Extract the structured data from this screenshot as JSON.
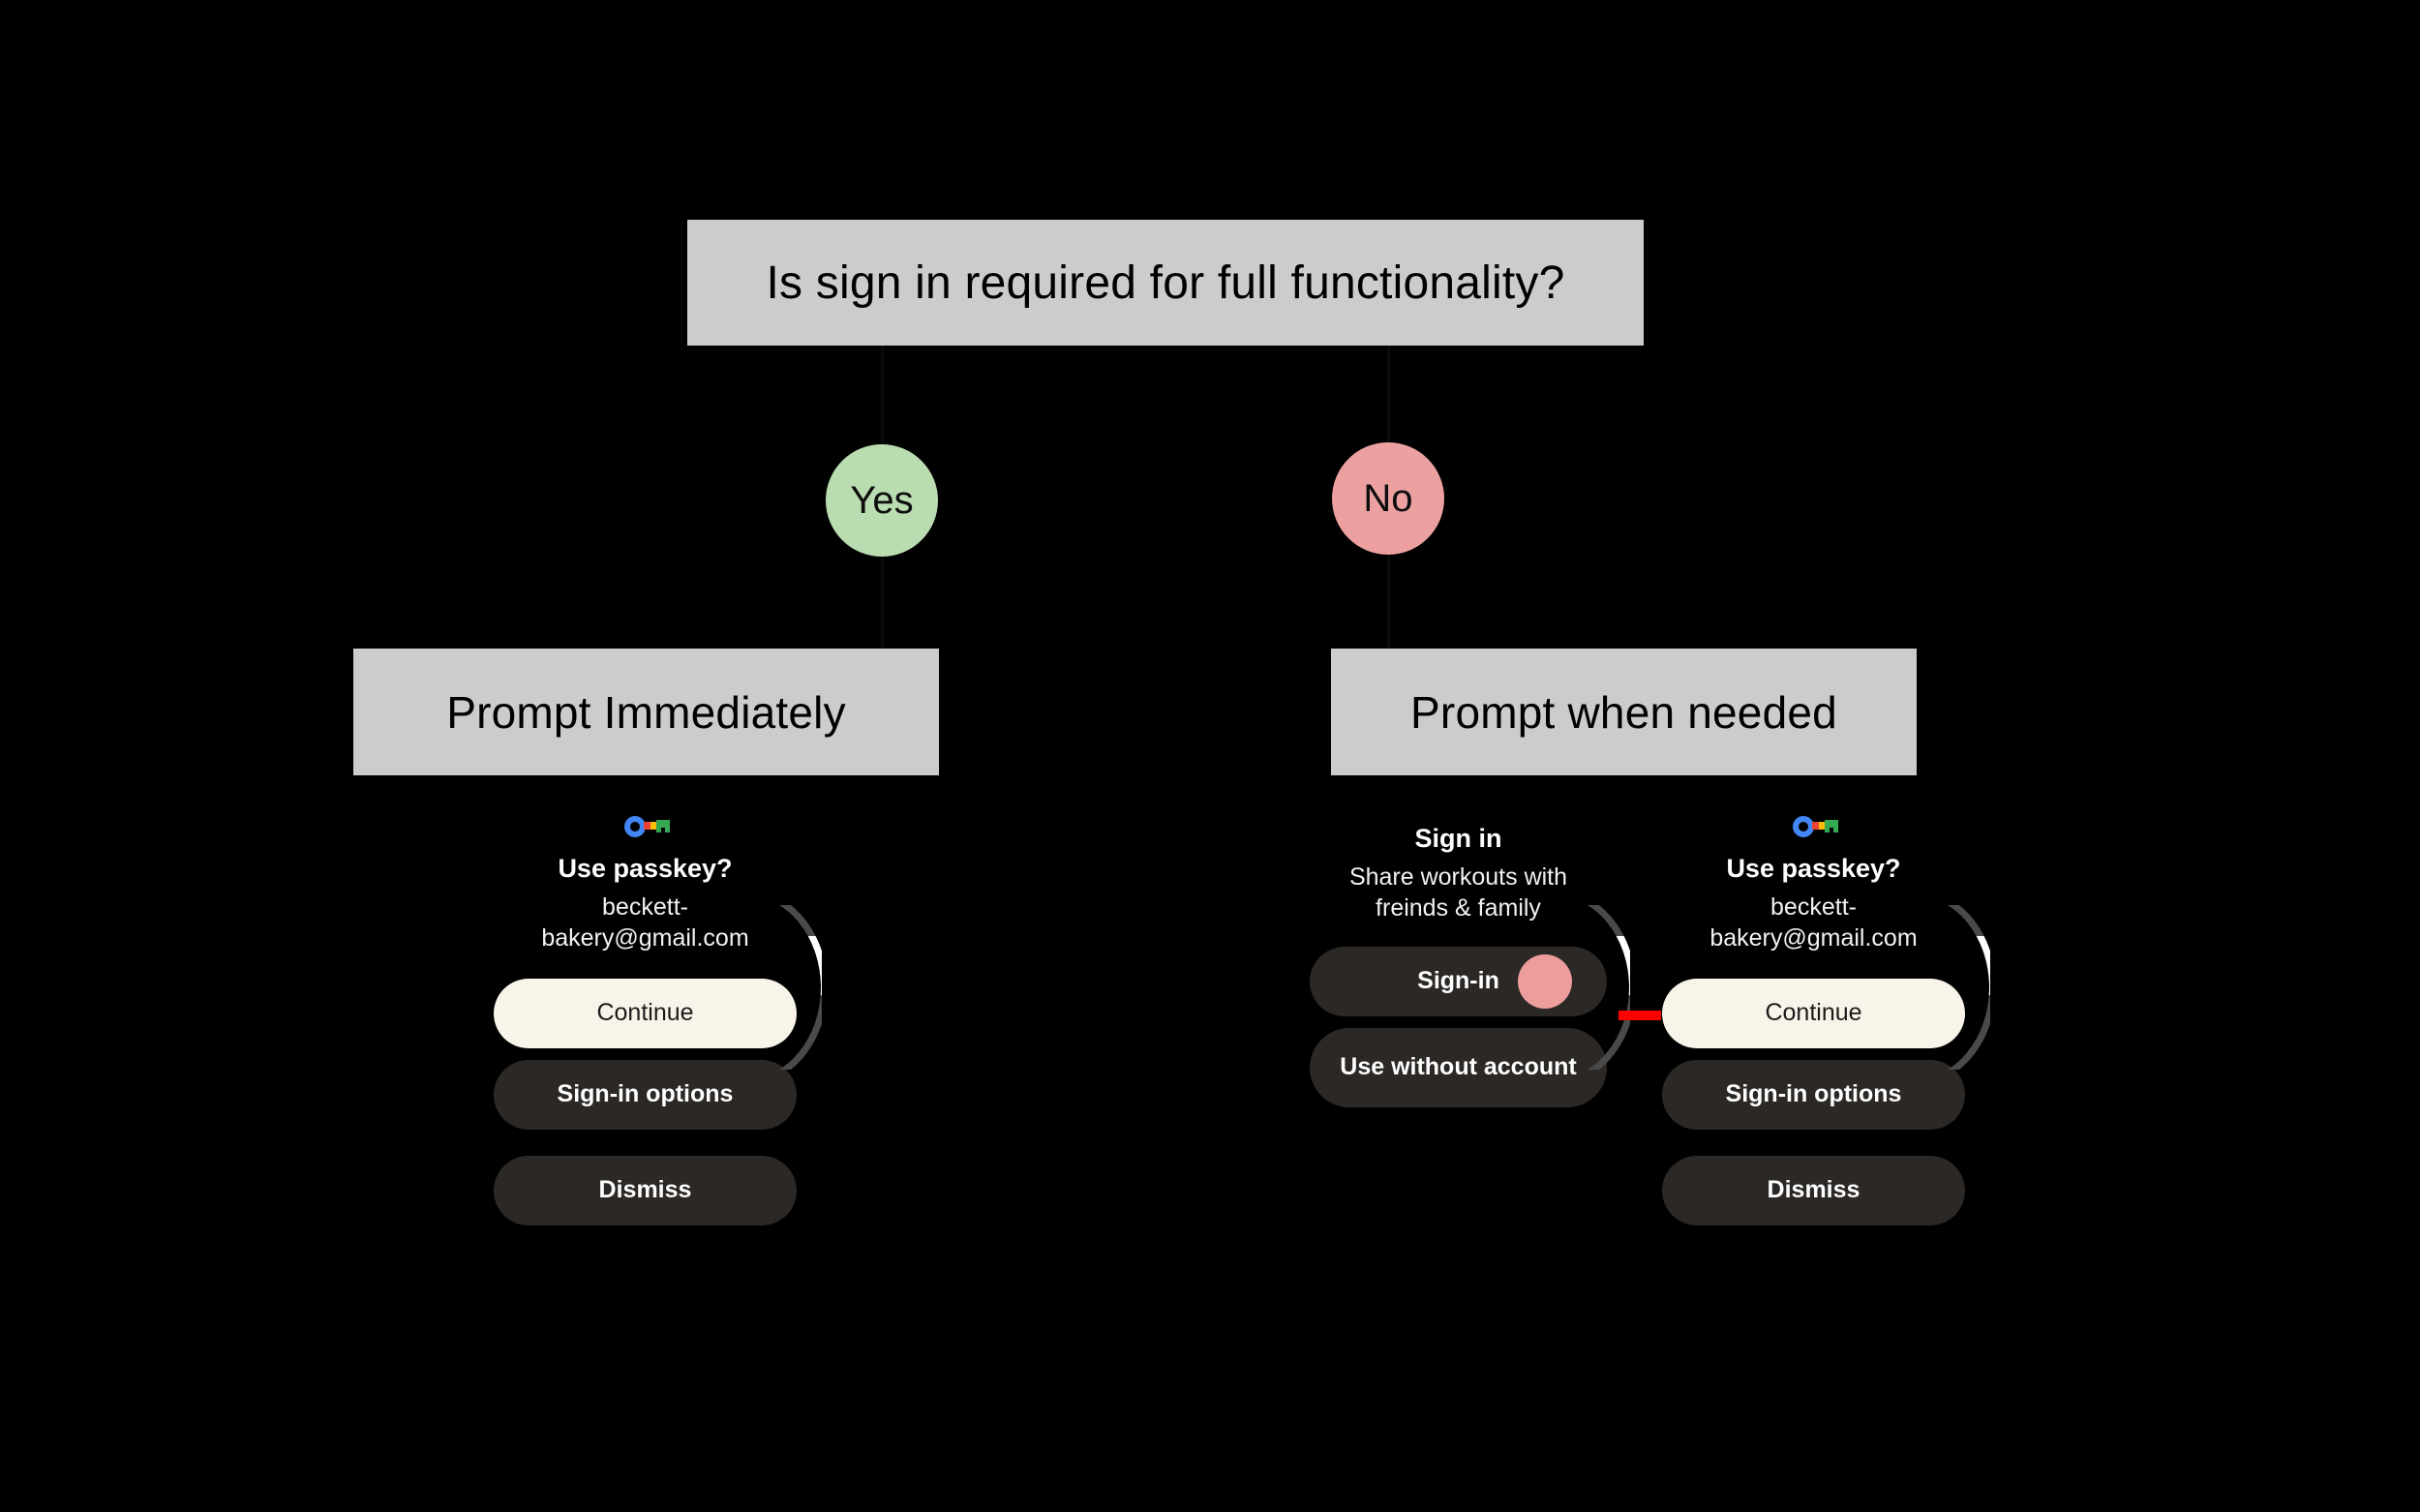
{
  "diagram": {
    "question_box": {
      "label": "Is sign in required for full functionality?"
    },
    "branches": {
      "yes": {
        "label": "Yes",
        "color": "#b9ddb0"
      },
      "no": {
        "label": "No",
        "color": "#eda0a0"
      }
    },
    "outcome_boxes": {
      "left": {
        "label": "Prompt Immediately"
      },
      "right": {
        "label": "Prompt when needed"
      }
    },
    "box_fill": "#cccccc",
    "background": "#000000",
    "annotation_arrow": {
      "color": "#ff0000",
      "direction": "right"
    }
  },
  "cards": {
    "left_passkey": {
      "icon": "google-passkey-icon",
      "title": "Use passkey?",
      "subtitle": "beckett-bakery@gmail.com",
      "buttons": [
        {
          "label": "Continue",
          "style": "primary"
        },
        {
          "label": "Sign-in options",
          "style": "dark"
        },
        {
          "label": "Dismiss",
          "style": "dark"
        }
      ]
    },
    "middle_signin": {
      "title": "Sign in",
      "subtitle": "Share workouts with freinds & family",
      "buttons": [
        {
          "label": "Sign-in",
          "style": "dark",
          "touch_indicator": true
        },
        {
          "label": "Use without account",
          "style": "dark"
        }
      ]
    },
    "right_passkey": {
      "icon": "google-passkey-icon",
      "title": "Use passkey?",
      "subtitle": "beckett-bakery@gmail.com",
      "buttons": [
        {
          "label": "Continue",
          "style": "primary"
        },
        {
          "label": "Sign-in options",
          "style": "dark"
        },
        {
          "label": "Dismiss",
          "style": "dark"
        }
      ]
    }
  },
  "colors": {
    "primary_button": "#f8f4e9",
    "dark_button": "#2b2825",
    "touch_indicator": "#ee9d9d",
    "passkey_blue": "#4285f4",
    "passkey_red": "#ea4335",
    "passkey_yellow": "#fbbc04",
    "passkey_green": "#34a853"
  }
}
